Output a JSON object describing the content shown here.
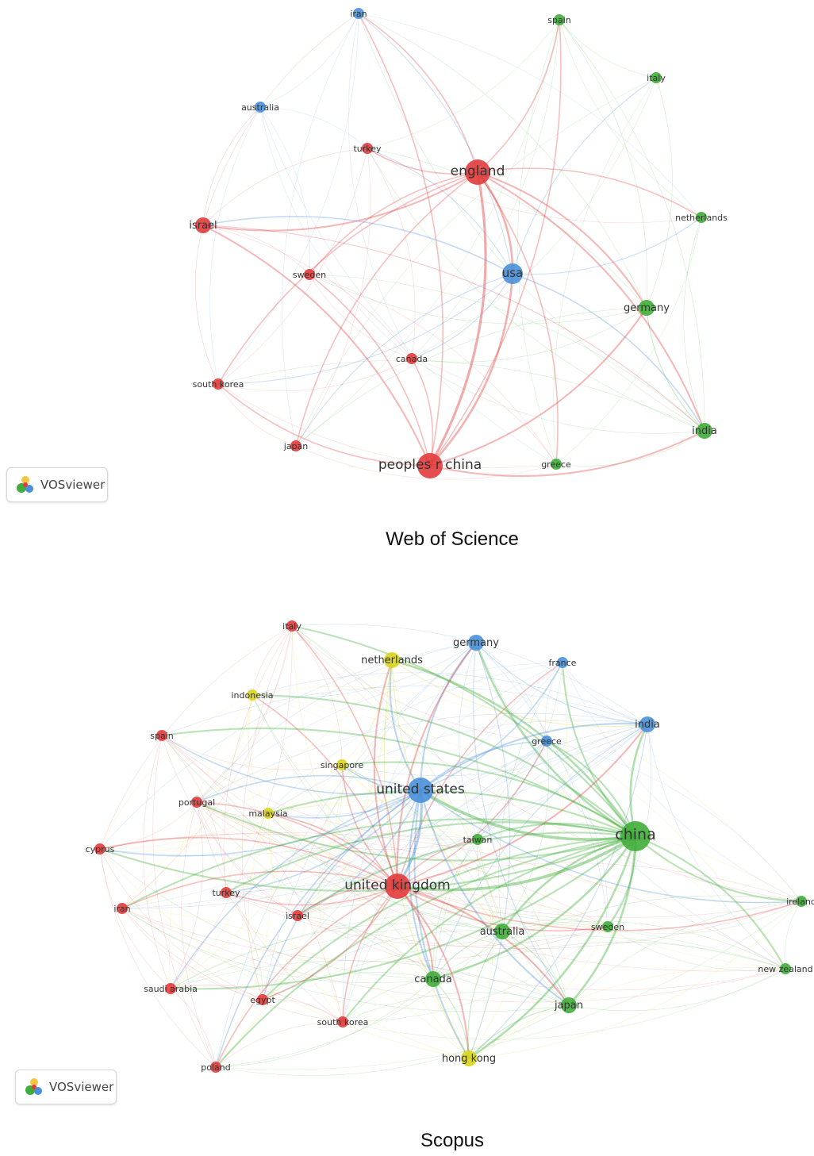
{
  "watermark": "VOSviewer",
  "colors": {
    "red": "#e23b3b",
    "green": "#3fae3a",
    "blue": "#4a90d9",
    "yellow": "#d9d51c"
  },
  "wos": {
    "caption": "Web of Science",
    "nodes": [
      {
        "id": "iran",
        "label": "iran",
        "cluster": "blue",
        "weight": 1
      },
      {
        "id": "spain",
        "label": "spain",
        "cluster": "green",
        "weight": 1
      },
      {
        "id": "italy",
        "label": "italy",
        "cluster": "green",
        "weight": 1
      },
      {
        "id": "australia",
        "label": "australia",
        "cluster": "blue",
        "weight": 1
      },
      {
        "id": "turkey",
        "label": "turkey",
        "cluster": "red",
        "weight": 1
      },
      {
        "id": "england",
        "label": "england",
        "cluster": "red",
        "weight": 4
      },
      {
        "id": "israel",
        "label": "israel",
        "cluster": "red",
        "weight": 2
      },
      {
        "id": "netherlands",
        "label": "netherlands",
        "cluster": "green",
        "weight": 1
      },
      {
        "id": "sweden",
        "label": "sweden",
        "cluster": "red",
        "weight": 1
      },
      {
        "id": "usa",
        "label": "usa",
        "cluster": "blue",
        "weight": 3
      },
      {
        "id": "germany",
        "label": "germany",
        "cluster": "green",
        "weight": 2
      },
      {
        "id": "canada",
        "label": "canada",
        "cluster": "red",
        "weight": 1
      },
      {
        "id": "southkorea",
        "label": "south korea",
        "cluster": "red",
        "weight": 1
      },
      {
        "id": "india",
        "label": "india",
        "cluster": "green",
        "weight": 2
      },
      {
        "id": "japan",
        "label": "japan",
        "cluster": "red",
        "weight": 1
      },
      {
        "id": "china",
        "label": "peoples r china",
        "cluster": "red",
        "weight": 4
      },
      {
        "id": "greece",
        "label": "greece",
        "cluster": "green",
        "weight": 1
      }
    ]
  },
  "scopus": {
    "caption": "Scopus",
    "nodes": [
      {
        "id": "italy",
        "label": "italy",
        "cluster": "red",
        "weight": 1
      },
      {
        "id": "germany",
        "label": "germany",
        "cluster": "blue",
        "weight": 2
      },
      {
        "id": "netherlands",
        "label": "netherlands",
        "cluster": "yellow",
        "weight": 2
      },
      {
        "id": "france",
        "label": "france",
        "cluster": "blue",
        "weight": 1
      },
      {
        "id": "indonesia",
        "label": "indonesia",
        "cluster": "yellow",
        "weight": 1
      },
      {
        "id": "spain",
        "label": "spain",
        "cluster": "red",
        "weight": 1
      },
      {
        "id": "india",
        "label": "india",
        "cluster": "blue",
        "weight": 2
      },
      {
        "id": "greece",
        "label": "greece",
        "cluster": "blue",
        "weight": 1
      },
      {
        "id": "singapore",
        "label": "singapore",
        "cluster": "yellow",
        "weight": 1
      },
      {
        "id": "us",
        "label": "united states",
        "cluster": "blue",
        "weight": 4
      },
      {
        "id": "portugal",
        "label": "portugal",
        "cluster": "red",
        "weight": 1
      },
      {
        "id": "malaysia",
        "label": "malaysia",
        "cluster": "yellow",
        "weight": 1
      },
      {
        "id": "taiwan",
        "label": "taiwan",
        "cluster": "green",
        "weight": 1
      },
      {
        "id": "china",
        "label": "china",
        "cluster": "green",
        "weight": 5
      },
      {
        "id": "cyprus",
        "label": "cyprus",
        "cluster": "red",
        "weight": 1
      },
      {
        "id": "uk",
        "label": "united kingdom",
        "cluster": "red",
        "weight": 4
      },
      {
        "id": "turkey",
        "label": "turkey",
        "cluster": "red",
        "weight": 1
      },
      {
        "id": "iran",
        "label": "iran",
        "cluster": "red",
        "weight": 1
      },
      {
        "id": "israel",
        "label": "israel",
        "cluster": "red",
        "weight": 1
      },
      {
        "id": "ireland",
        "label": "ireland",
        "cluster": "green",
        "weight": 1
      },
      {
        "id": "australia",
        "label": "australia",
        "cluster": "green",
        "weight": 2
      },
      {
        "id": "sweden",
        "label": "sweden",
        "cluster": "green",
        "weight": 1
      },
      {
        "id": "newzealand",
        "label": "new zealand",
        "cluster": "green",
        "weight": 1
      },
      {
        "id": "saudiarabia",
        "label": "saudi arabia",
        "cluster": "red",
        "weight": 1
      },
      {
        "id": "egypt",
        "label": "egypt",
        "cluster": "red",
        "weight": 1
      },
      {
        "id": "canada",
        "label": "canada",
        "cluster": "green",
        "weight": 2
      },
      {
        "id": "japan",
        "label": "japan",
        "cluster": "green",
        "weight": 2
      },
      {
        "id": "southkorea",
        "label": "south korea",
        "cluster": "red",
        "weight": 1
      },
      {
        "id": "hongkong",
        "label": "hong kong",
        "cluster": "yellow",
        "weight": 2
      },
      {
        "id": "poland",
        "label": "poland",
        "cluster": "red",
        "weight": 1
      }
    ]
  }
}
